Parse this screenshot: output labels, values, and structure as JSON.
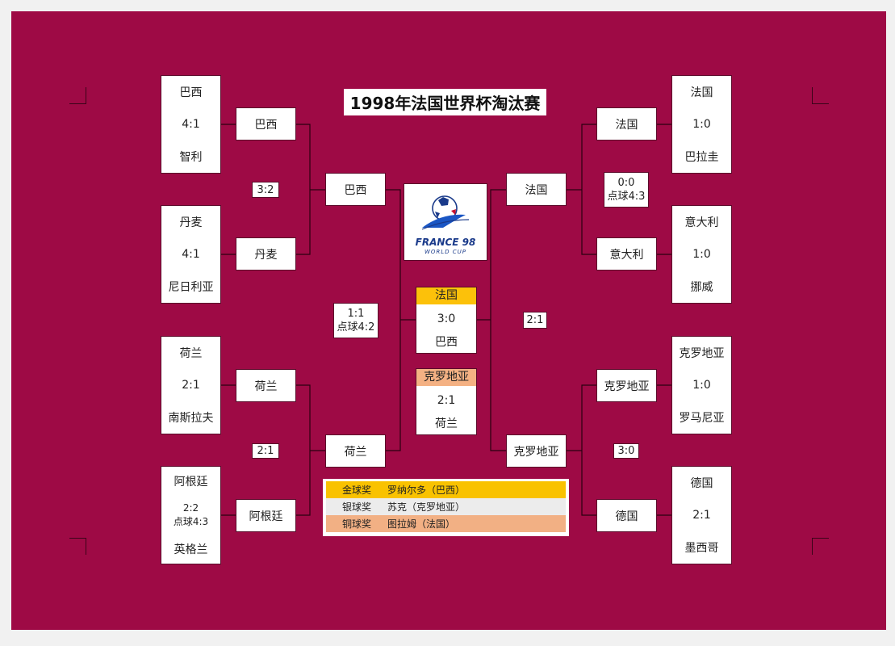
{
  "title": "1998年法国世界杯淘汰赛",
  "logo": {
    "line1": "FRANCE 98",
    "line2": "WORLD CUP"
  },
  "round16": [
    {
      "top": "巴西",
      "score": "4:1",
      "bottom": "智利"
    },
    {
      "top": "丹麦",
      "score": "4:1",
      "bottom": "尼日利亚"
    },
    {
      "top": "荷兰",
      "score": "2:1",
      "bottom": "南斯拉夫"
    },
    {
      "top": "阿根廷",
      "score_line1": "2:2",
      "score_line2": "点球4:3",
      "bottom": "英格兰"
    },
    {
      "top": "法国",
      "score": "1:0",
      "bottom": "巴拉圭"
    },
    {
      "top": "意大利",
      "score": "1:0",
      "bottom": "挪威"
    },
    {
      "top": "克罗地亚",
      "score": "1:0",
      "bottom": "罗马尼亚"
    },
    {
      "top": "德国",
      "score": "2:1",
      "bottom": "墨西哥"
    }
  ],
  "quarterfinals": [
    "巴西",
    "丹麦",
    "荷兰",
    "阿根廷",
    "法国",
    "意大利",
    "克罗地亚",
    "德国"
  ],
  "qf_scores": {
    "left_top": "3:2",
    "left_bottom": "2:1",
    "right_top_line1": "0:0",
    "right_top_line2": "点球4:3",
    "right_bottom": "3:0"
  },
  "semifinals": [
    "巴西",
    "荷兰",
    "法国",
    "克罗地亚"
  ],
  "sf_scores": {
    "left_line1": "1:1",
    "left_line2": "点球4:2",
    "right": "2:1"
  },
  "final": {
    "winner": "法国",
    "score": "3:0",
    "loser": "巴西"
  },
  "third_place": {
    "winner": "克罗地亚",
    "score": "2:1",
    "loser": "荷兰"
  },
  "awards": [
    {
      "label": "金球奖",
      "player": "罗纳尔多（巴西）",
      "color": "#f9c200"
    },
    {
      "label": "银球奖",
      "player": "苏克（克罗地亚）",
      "color": "#ececec"
    },
    {
      "label": "铜球奖",
      "player": "图拉姆（法国）",
      "color": "#f2b084"
    }
  ],
  "colors": {
    "background": "#9e0a45",
    "gold": "#fcc10a",
    "bronze": "#f4b183"
  }
}
